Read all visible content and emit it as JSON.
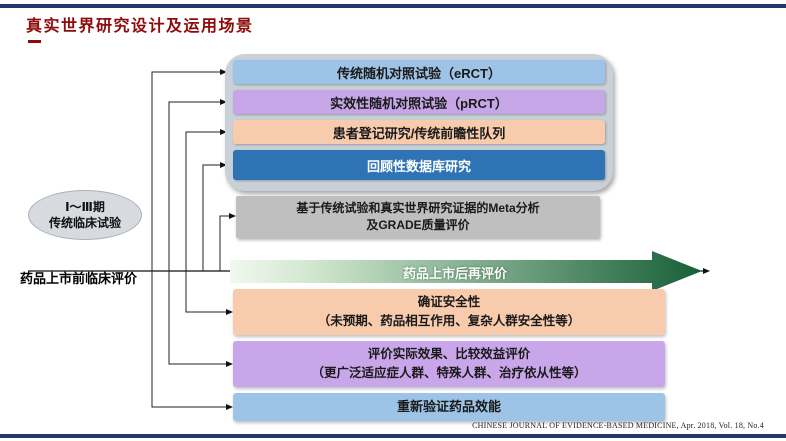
{
  "slide": {
    "title": "真实世界研究设计及运用场景",
    "footer": "CHINESE JOURNAL OF EVIDENCE-BASED MEDICINE, Apr. 2018, Vol. 18, No.4"
  },
  "timeline": {
    "phase_ellipse": {
      "line1": "Ⅰ～Ⅲ期",
      "line2": "传统临床试验"
    },
    "pre_market_label": "药品上市前临床评价",
    "post_market_arrow_label": "药品上市后再评价"
  },
  "top_group": {
    "items": [
      {
        "label": "传统随机对照试验（eRCT）",
        "color": "#9dc3e6"
      },
      {
        "label": "实效性随机对照试验（pRCT）",
        "color": "#c7a6e8"
      },
      {
        "label": "患者登记研究/传统前瞻性队列",
        "color": "#f8cbad"
      },
      {
        "label": "回顾性数据库研究",
        "color": "#2e74b5"
      }
    ]
  },
  "meta_box": {
    "line1": "基于传统试验和真实世界研究证据的Meta分析",
    "line2": "及GRADE质量评价"
  },
  "post_market_boxes": [
    {
      "line1": "确证安全性",
      "line2": "（未预期、药品相互作用、复杂人群安全性等）"
    },
    {
      "line1": "评价实际效果、比较效益评价",
      "line2": "（更广泛适应症人群、特殊人群、治疗依从性等）"
    },
    {
      "line1": "重新验证药品效能"
    }
  ],
  "colors": {
    "title_red": "#8e0b0b",
    "rule_navy": "#203864",
    "light_blue": "#9dc3e6",
    "purple": "#c7a6e8",
    "peach": "#f8cbad",
    "dark_blue": "#2e74b5",
    "meta_gray": "#bfbfbf",
    "group_gray": "#c9d0d8",
    "green_dark": "#175f38"
  }
}
